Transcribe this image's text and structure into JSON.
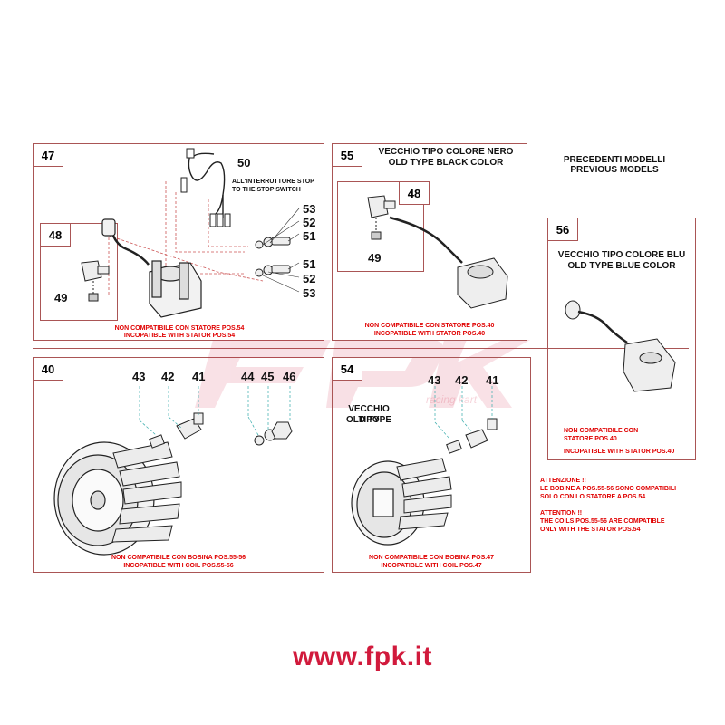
{
  "colors": {
    "accent_red": "#e00000",
    "frame": "#aa5555",
    "website": "#d11a3c"
  },
  "panel_47": {
    "tag": "47",
    "inner_tag": "48",
    "parts": {
      "p50": "50",
      "p53a": "53",
      "p52a": "52",
      "p51a": "51",
      "p51b": "51",
      "p52b": "52",
      "p53b": "53",
      "p49": "49"
    },
    "stop_switch_it": "ALL'INTERRUTTORE STOP",
    "stop_switch_en": "TO THE STOP SWITCH",
    "note_it": "NON COMPATIBILE CON STATORE POS.54",
    "note_en": "INCOPATIBLE WITH STATOR POS.54"
  },
  "panel_55": {
    "tag": "55",
    "inner_tag": "48",
    "header_it": "VECCHIO TIPO COLORE NERO",
    "header_en": "OLD TYPE BLACK COLOR",
    "parts": {
      "p49": "49"
    },
    "note_it": "NON COMPATIBILE CON STATORE POS.40",
    "note_en": "INCOPATIBLE WITH STATOR POS.40"
  },
  "previous_models": {
    "line1": "PRECEDENTI MODELLI",
    "line2": "PREVIOUS MODELS"
  },
  "panel_56": {
    "tag": "56",
    "header_it": "VECCHIO TIPO COLORE BLU",
    "header_en": "OLD TYPE BLUE COLOR",
    "note_it1": "NON COMPATIBILE CON",
    "note_it2": "STATORE POS.40",
    "note_en": "INCOPATIBLE WITH STATOR POS.40"
  },
  "panel_40": {
    "tag": "40",
    "parts": {
      "p43": "43",
      "p42": "42",
      "p41": "41",
      "p44": "44",
      "p45": "45",
      "p46": "46"
    },
    "note_it": "NON COMPATIBILE CON BOBINA POS.55-56",
    "note_en": "INCOPATIBLE WITH COIL POS.55-56"
  },
  "panel_54": {
    "tag": "54",
    "header_it": "VECCHIO TIPO",
    "header_en": "OLD TYPE",
    "parts": {
      "p43": "43",
      "p42": "42",
      "p41": "41"
    },
    "note_it": "NON COMPATIBILE CON BOBINA POS.47",
    "note_en": "INCOPATIBLE WITH COIL POS.47"
  },
  "attention": {
    "it_title": "ATTENZIONE !!",
    "it_line1": "LE BOBINE A POS.55-56 SONO COMPATIBILI",
    "it_line2": "SOLO CON LO STATORE A POS.54",
    "en_title": "ATTENTION !!",
    "en_line1": "THE COILS POS.55-56 ARE COMPATIBLE",
    "en_line2": "ONLY WITH THE STATOR POS.54"
  },
  "watermark": {
    "logo": "FPK",
    "tagline": "racing kart"
  },
  "website": "www.fpk.it"
}
